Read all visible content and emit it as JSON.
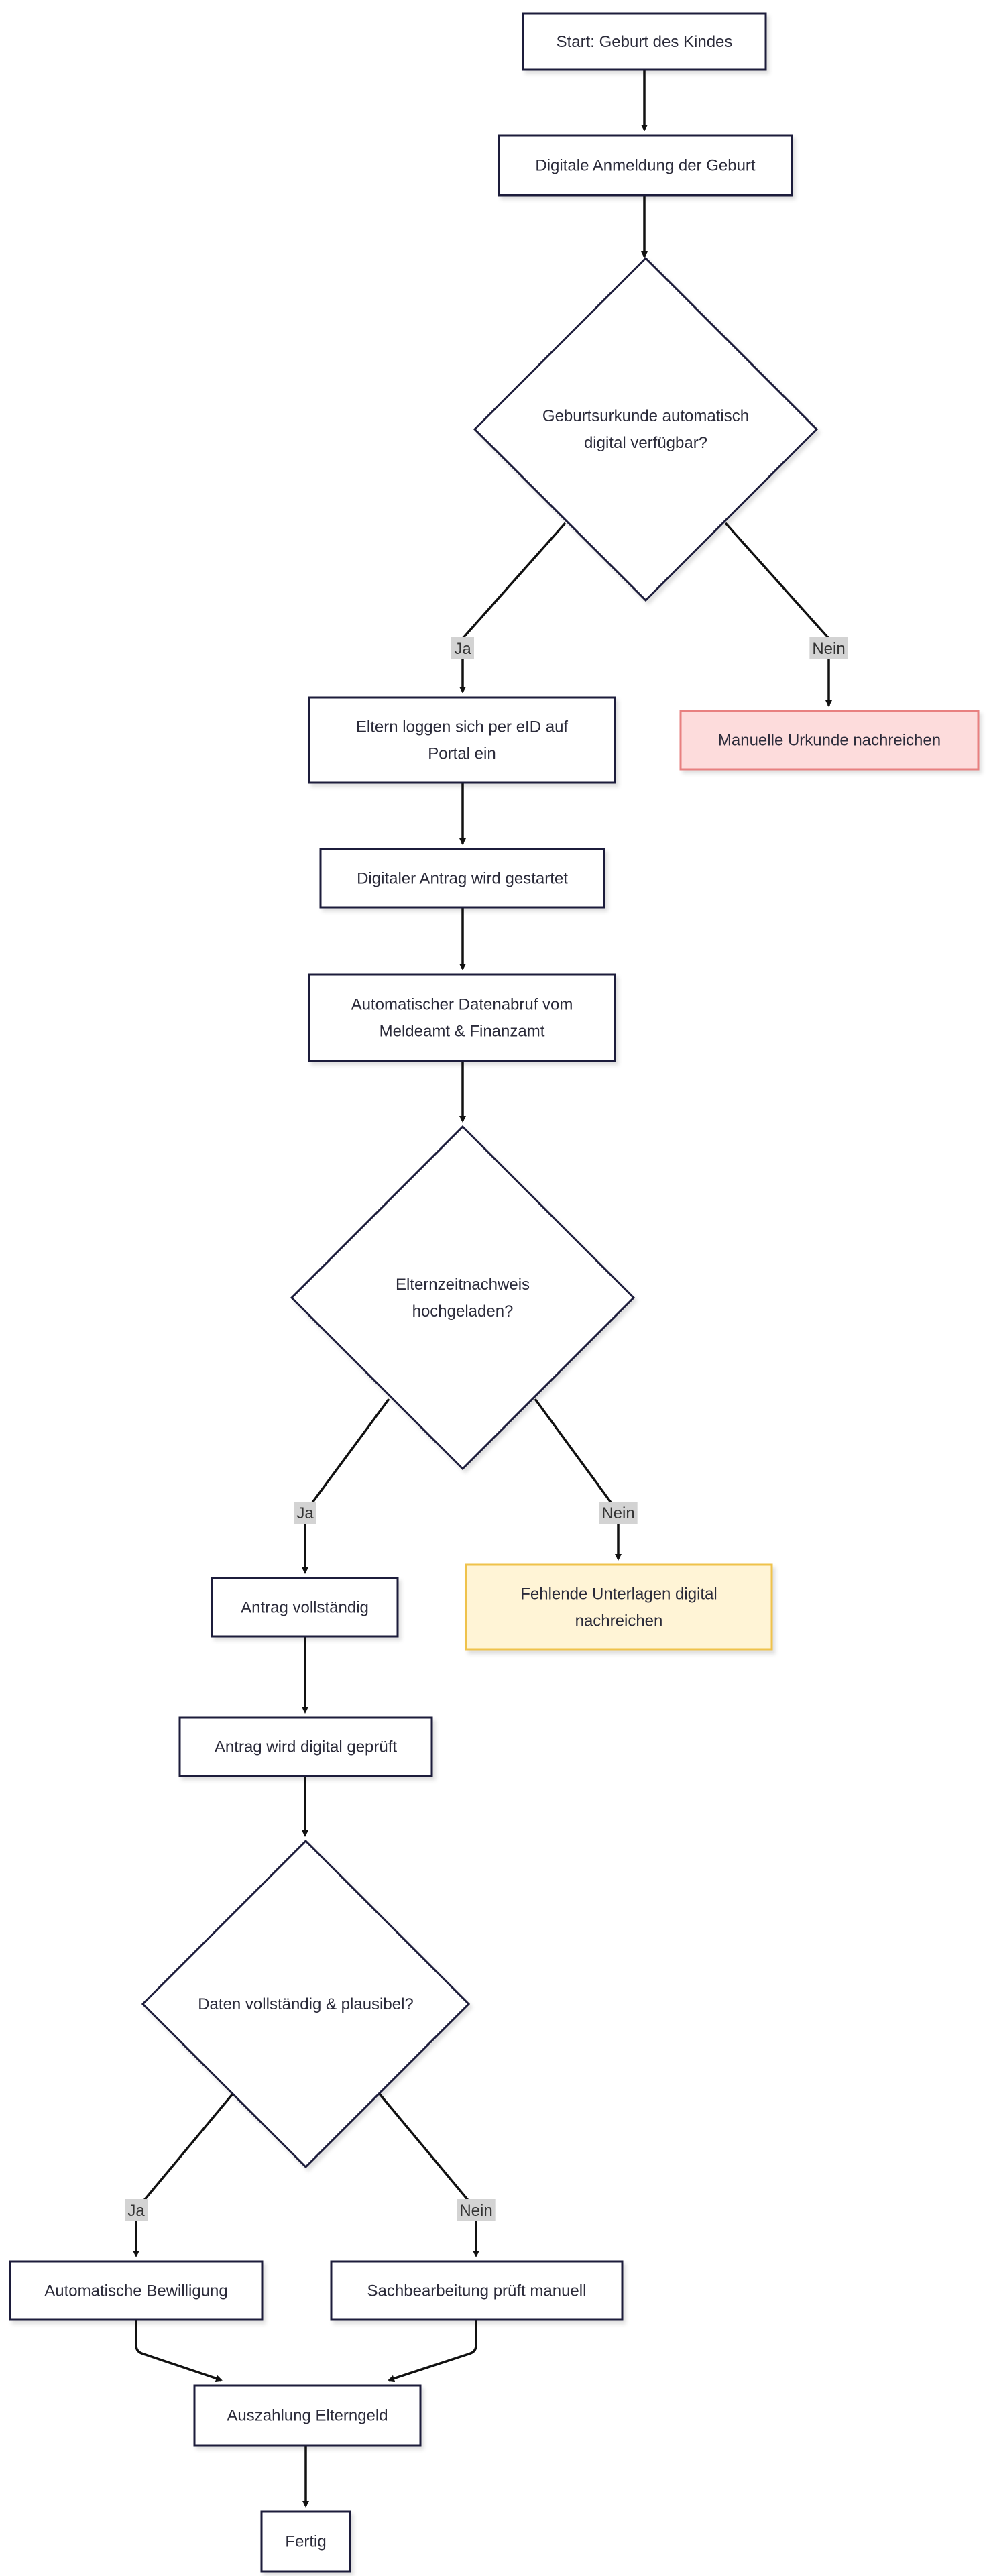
{
  "diagram": {
    "type": "flowchart",
    "colors": {
      "default_fill": "#ffffff",
      "default_stroke": "#1f1f3a",
      "error_fill": "#fddcdc",
      "error_stroke": "#e88080",
      "warning_fill": "#fff4d6",
      "warning_stroke": "#efc24b",
      "edge": "#111111",
      "label_bg": "#d3d3d3"
    },
    "nodes": {
      "start": {
        "lines": [
          "Start: Geburt des Kindes"
        ]
      },
      "anmeldung": {
        "lines": [
          "Digitale Anmeldung der Geburt"
        ]
      },
      "urkunde_check": {
        "lines": [
          "Geburtsurkunde automatisch",
          "digital verfügbar?"
        ]
      },
      "eid_login": {
        "lines": [
          "Eltern loggen sich per eID auf",
          "Portal ein"
        ]
      },
      "manuelle_urkunde": {
        "lines": [
          "Manuelle Urkunde nachreichen"
        ]
      },
      "antrag_start": {
        "lines": [
          "Digitaler Antrag wird gestartet"
        ]
      },
      "datenabruf": {
        "lines": [
          "Automatischer Datenabruf vom",
          "Meldeamt & Finanzamt"
        ]
      },
      "elternzeit_check": {
        "lines": [
          "Elternzeitnachweis",
          "hochgeladen?"
        ]
      },
      "antrag_vollstaendig": {
        "lines": [
          "Antrag vollständig"
        ]
      },
      "fehlende_unterlagen": {
        "lines": [
          "Fehlende Unterlagen digital",
          "nachreichen"
        ]
      },
      "antrag_pruefung": {
        "lines": [
          "Antrag wird digital geprüft"
        ]
      },
      "daten_check": {
        "lines": [
          "Daten vollständig & plausibel?"
        ]
      },
      "bewilligung": {
        "lines": [
          "Automatische Bewilligung"
        ]
      },
      "sachbearbeitung": {
        "lines": [
          "Sachbearbeitung prüft manuell"
        ]
      },
      "auszahlung": {
        "lines": [
          "Auszahlung Elterngeld"
        ]
      },
      "fertig": {
        "lines": [
          "Fertig"
        ]
      }
    },
    "edges": [
      {
        "from": "start",
        "to": "anmeldung",
        "label": ""
      },
      {
        "from": "anmeldung",
        "to": "urkunde_check",
        "label": ""
      },
      {
        "from": "urkunde_check",
        "to": "eid_login",
        "label": "Ja"
      },
      {
        "from": "urkunde_check",
        "to": "manuelle_urkunde",
        "label": "Nein"
      },
      {
        "from": "eid_login",
        "to": "antrag_start",
        "label": ""
      },
      {
        "from": "antrag_start",
        "to": "datenabruf",
        "label": ""
      },
      {
        "from": "datenabruf",
        "to": "elternzeit_check",
        "label": ""
      },
      {
        "from": "elternzeit_check",
        "to": "antrag_vollstaendig",
        "label": "Ja"
      },
      {
        "from": "elternzeit_check",
        "to": "fehlende_unterlagen",
        "label": "Nein"
      },
      {
        "from": "antrag_vollstaendig",
        "to": "antrag_pruefung",
        "label": ""
      },
      {
        "from": "antrag_pruefung",
        "to": "daten_check",
        "label": ""
      },
      {
        "from": "daten_check",
        "to": "bewilligung",
        "label": "Ja"
      },
      {
        "from": "daten_check",
        "to": "sachbearbeitung",
        "label": "Nein"
      },
      {
        "from": "bewilligung",
        "to": "auszahlung",
        "label": ""
      },
      {
        "from": "sachbearbeitung",
        "to": "auszahlung",
        "label": ""
      },
      {
        "from": "auszahlung",
        "to": "fertig",
        "label": ""
      }
    ]
  }
}
